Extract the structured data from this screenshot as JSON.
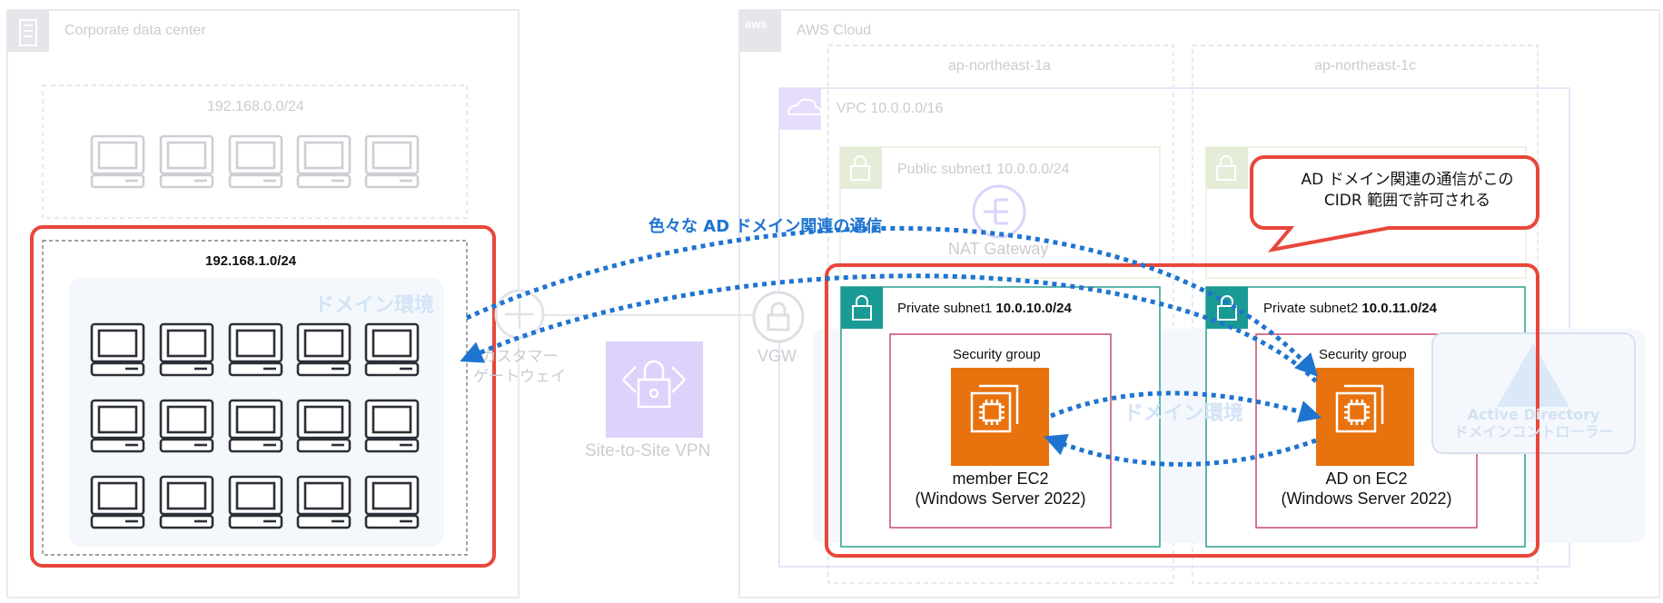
{
  "corporate": {
    "title": "Corporate data center",
    "cidr_faded": "192.168.0.0/24",
    "cidr_domain": "192.168.1.0/24",
    "domain_watermark": "ドメイン環境"
  },
  "aws": {
    "title": "AWS Cloud",
    "az_a": "ap-northeast-1a",
    "az_c": "ap-northeast-1c",
    "vpc": "VPC 10.0.0.0/16",
    "public_subnet1": "Public subnet1 10.0.0.0/24",
    "nat_gateway": "NAT Gateway",
    "private_subnet1_prefix": "Private subnet1 ",
    "private_subnet1_cidr": "10.0.10.0/24",
    "private_subnet2_prefix": "Private subnet2 ",
    "private_subnet2_cidr": "10.0.11.0/24",
    "security_group_1": "Security group",
    "security_group_2": "Security group",
    "member_ec2_line1": "member EC2",
    "member_ec2_line2": "(Windows Server 2022)",
    "ad_ec2_line1": "AD on EC2",
    "ad_ec2_line2": "(Windows Server 2022)",
    "domain_watermark": "ドメイン環境",
    "ad_dc_line1": "Active Directory",
    "ad_dc_line2": "ドメインコントローラー"
  },
  "connectivity": {
    "customer_gateway_line1": "カスタマー",
    "customer_gateway_line2": "ゲートウェイ",
    "site_to_site_vpn": "Site-to-Site VPN",
    "vgw": "VGW"
  },
  "annotations": {
    "traffic_label": "色々な AD ドメイン関連の通信",
    "callout_line1": "AD ドメイン関連の通信がこの",
    "callout_line2": "CIDR 範囲で許可される"
  },
  "colors": {
    "highlight_red": "#e8473b",
    "arrow_blue": "#1f74d0",
    "subnet_teal": "#2a9d8f",
    "sg_crimson": "#c94b6b",
    "ec2_orange": "#e8720e",
    "vpn_purple": "#ddd2fb",
    "faded_gray": "#c9ccd1"
  }
}
